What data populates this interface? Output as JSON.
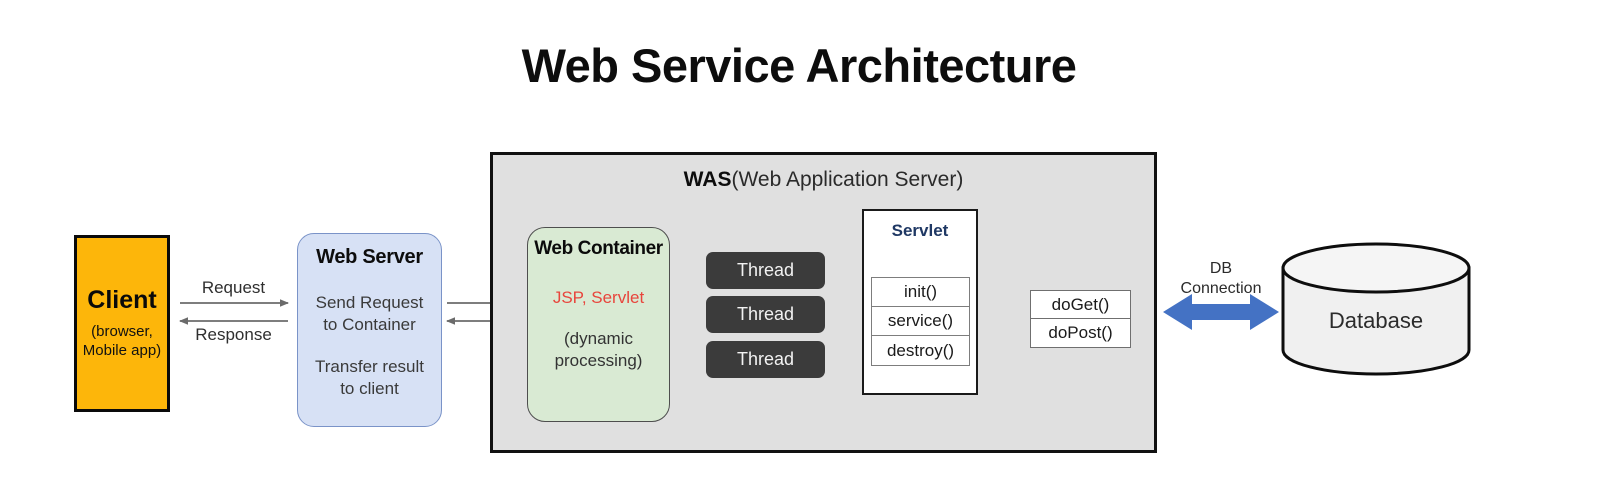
{
  "page": {
    "title": "Web Service Architecture",
    "background": "#ffffff"
  },
  "colors": {
    "client_fill": "#FDB60A",
    "web_server_fill": "#D7E1F5",
    "web_server_border": "#7a93c8",
    "was_fill": "#E0E0E0",
    "was_border": "#111111",
    "web_container_fill": "#D9EAD3",
    "thread_fill": "#3B3B3B",
    "servlet_title": "#1F3864",
    "jsp_servlet_text": "#E8453C",
    "db_arrow": "#4472C4",
    "database_fill": "#F0F0F0",
    "connector_arrow": "#6b6b6b"
  },
  "client": {
    "name": "Client",
    "subtitle_line1": "(browser,",
    "subtitle_line2": "Mobile app)"
  },
  "connectors": {
    "request_label": "Request",
    "response_label": "Response",
    "db_connection_line1": "DB",
    "db_connection_line2": "Connection"
  },
  "web_server": {
    "title": "Web Server",
    "line1a": "Send Request",
    "line1b": "to Container",
    "line2a": "Transfer result",
    "line2b": "to client"
  },
  "was": {
    "title_bold": "WAS",
    "title_rest": "(Web Application Server)"
  },
  "web_container": {
    "title": "Web Container",
    "tech": "JSP, Servlet",
    "note_line1": "(dynamic",
    "note_line2": "processing)"
  },
  "threads": [
    {
      "label": "Thread"
    },
    {
      "label": "Thread"
    },
    {
      "label": "Thread"
    }
  ],
  "servlet": {
    "title": "Servlet",
    "methods": [
      {
        "label": "init()"
      },
      {
        "label": "service()"
      },
      {
        "label": "destroy()"
      }
    ]
  },
  "handlers": {
    "methods": [
      {
        "label": "doGet()"
      },
      {
        "label": "doPost()"
      }
    ]
  },
  "database": {
    "label": "Database"
  }
}
